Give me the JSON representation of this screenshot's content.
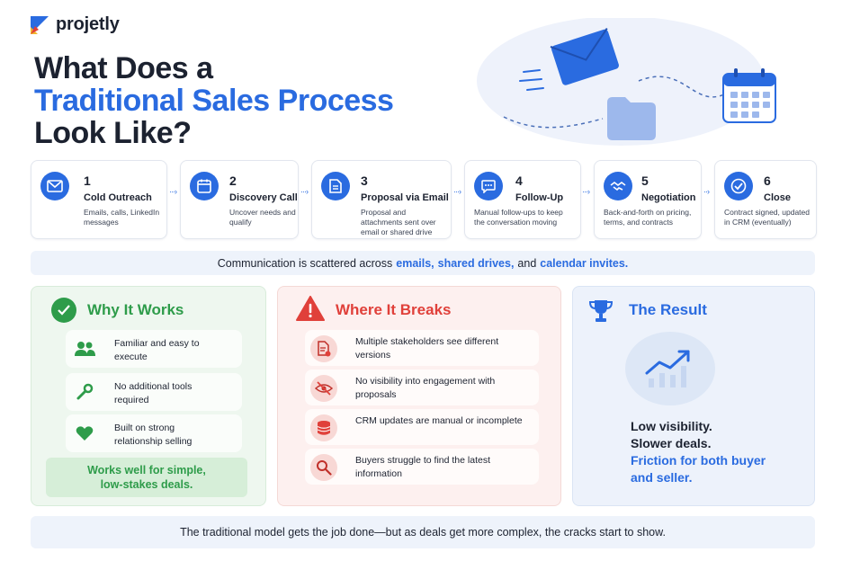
{
  "brand": {
    "name": "projetly"
  },
  "title": {
    "line1": "What Does a",
    "line2": "Traditional Sales Process",
    "line3": "Look Like?"
  },
  "steps": [
    {
      "num": "1",
      "name": "Cold Outreach",
      "desc": "Emails, calls, LinkedIn messages",
      "icon": "mail-icon"
    },
    {
      "num": "2",
      "name": "Discovery Call",
      "desc": "Uncover needs and qualify",
      "icon": "calendar-icon"
    },
    {
      "num": "3",
      "name": "Proposal via Email",
      "desc": "Proposal and attachments sent over email or shared drive",
      "icon": "document-icon"
    },
    {
      "num": "4",
      "name": "Follow-Up",
      "desc": "Manual follow-ups to keep the conversation moving",
      "icon": "chat-icon"
    },
    {
      "num": "5",
      "name": "Negotiation",
      "desc": "Back-and-forth on pricing, terms, and contracts",
      "icon": "handshake-icon"
    },
    {
      "num": "6",
      "name": "Close",
      "desc": "Contract signed, updated in CRM (eventually)",
      "icon": "check-icon"
    }
  ],
  "banner": {
    "prefix": "Communication is scattered across",
    "h1": "emails,",
    "h2": "shared drives,",
    "mid": "and",
    "h3": "calendar invites.",
    "suffix": ""
  },
  "why": {
    "title": "Why It Works",
    "items": [
      {
        "text": "Familiar and easy to execute",
        "icon": "people-icon"
      },
      {
        "text": "No additional tools required",
        "icon": "wrench-icon"
      },
      {
        "text": "Built on strong relationship selling",
        "icon": "heart-icon"
      }
    ],
    "note_line1": "Works well for simple,",
    "note_line2": "low-stakes deals."
  },
  "breaks": {
    "title": "Where It Breaks",
    "items": [
      {
        "text": "Multiple stakeholders see different versions",
        "icon": "document-alert-icon"
      },
      {
        "text": "No visibility into engagement with proposals",
        "icon": "eye-off-icon"
      },
      {
        "text": "CRM updates are manual or incomplete",
        "icon": "database-icon"
      },
      {
        "text": "Buyers struggle to find the latest information",
        "icon": "search-icon"
      }
    ]
  },
  "result": {
    "title": "The Result",
    "line1": "Low visibility.",
    "line2": "Slower deals.",
    "line3": "Friction for both buyer",
    "line4": "and seller."
  },
  "footer": "The traditional model gets the job done—but as deals get more complex, the cracks start to show.",
  "colors": {
    "blue": "#2a6be0",
    "green": "#2e9c4a",
    "red": "#e0403a",
    "navy": "#1c2230"
  }
}
